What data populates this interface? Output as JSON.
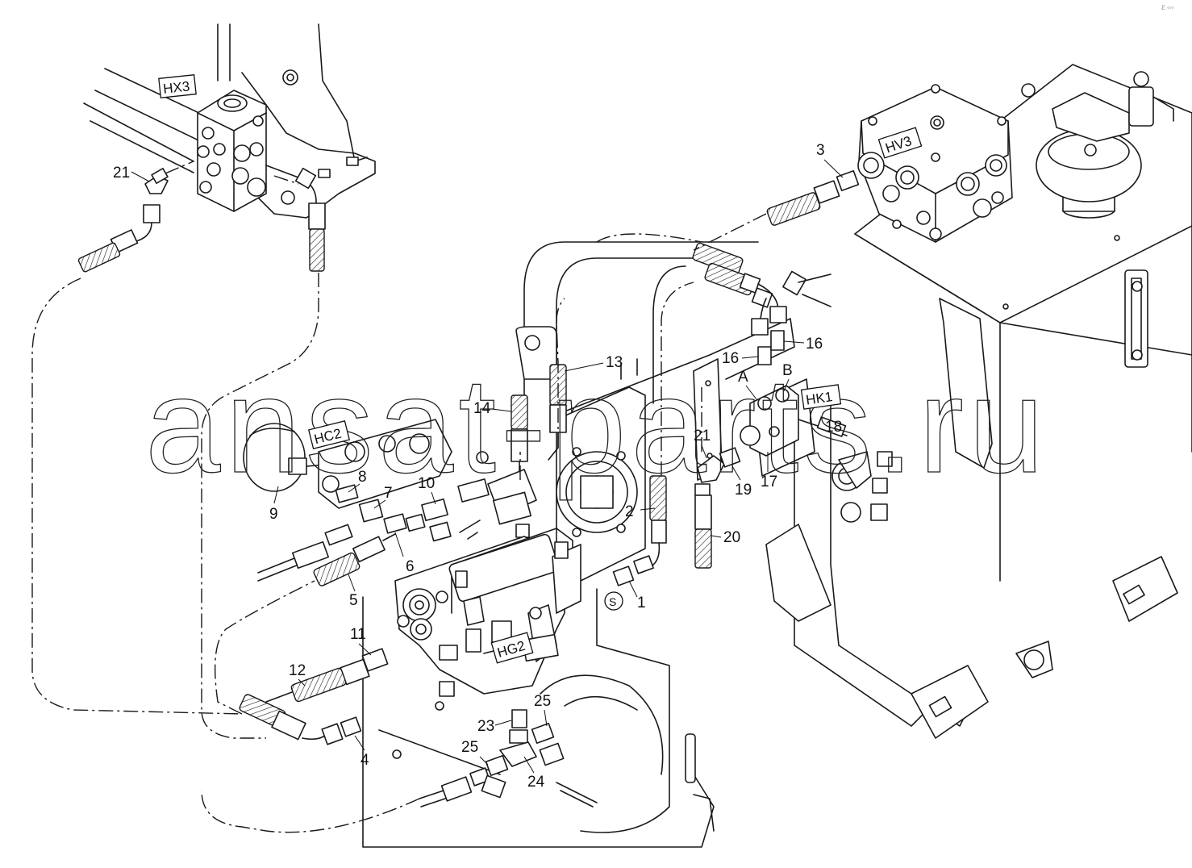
{
  "watermark": "ansat-parts.ru",
  "corner_mark": "ℰ ◦◦◦",
  "tags": {
    "hx3": "HX3",
    "hv3": "HV3",
    "hc2": "HC2",
    "hk1": "HK1",
    "hg2": "HG2",
    "s": "S"
  },
  "ports": {
    "a": "A",
    "b": "B"
  },
  "callouts": {
    "c1": "1",
    "c2": "2",
    "c3": "3",
    "c4": "4",
    "c5": "5",
    "c6": "6",
    "c7": "7",
    "c8": "8",
    "c9": "9",
    "c10": "10",
    "c11": "11",
    "c12": "12",
    "c13": "13",
    "c14": "14",
    "c16a": "16",
    "c16b": "16",
    "c17": "17",
    "c18": "18",
    "c19": "19",
    "c20": "20",
    "c21a": "21",
    "c21b": "21",
    "c23": "23",
    "c24": "24",
    "c25a": "25",
    "c25b": "25"
  }
}
